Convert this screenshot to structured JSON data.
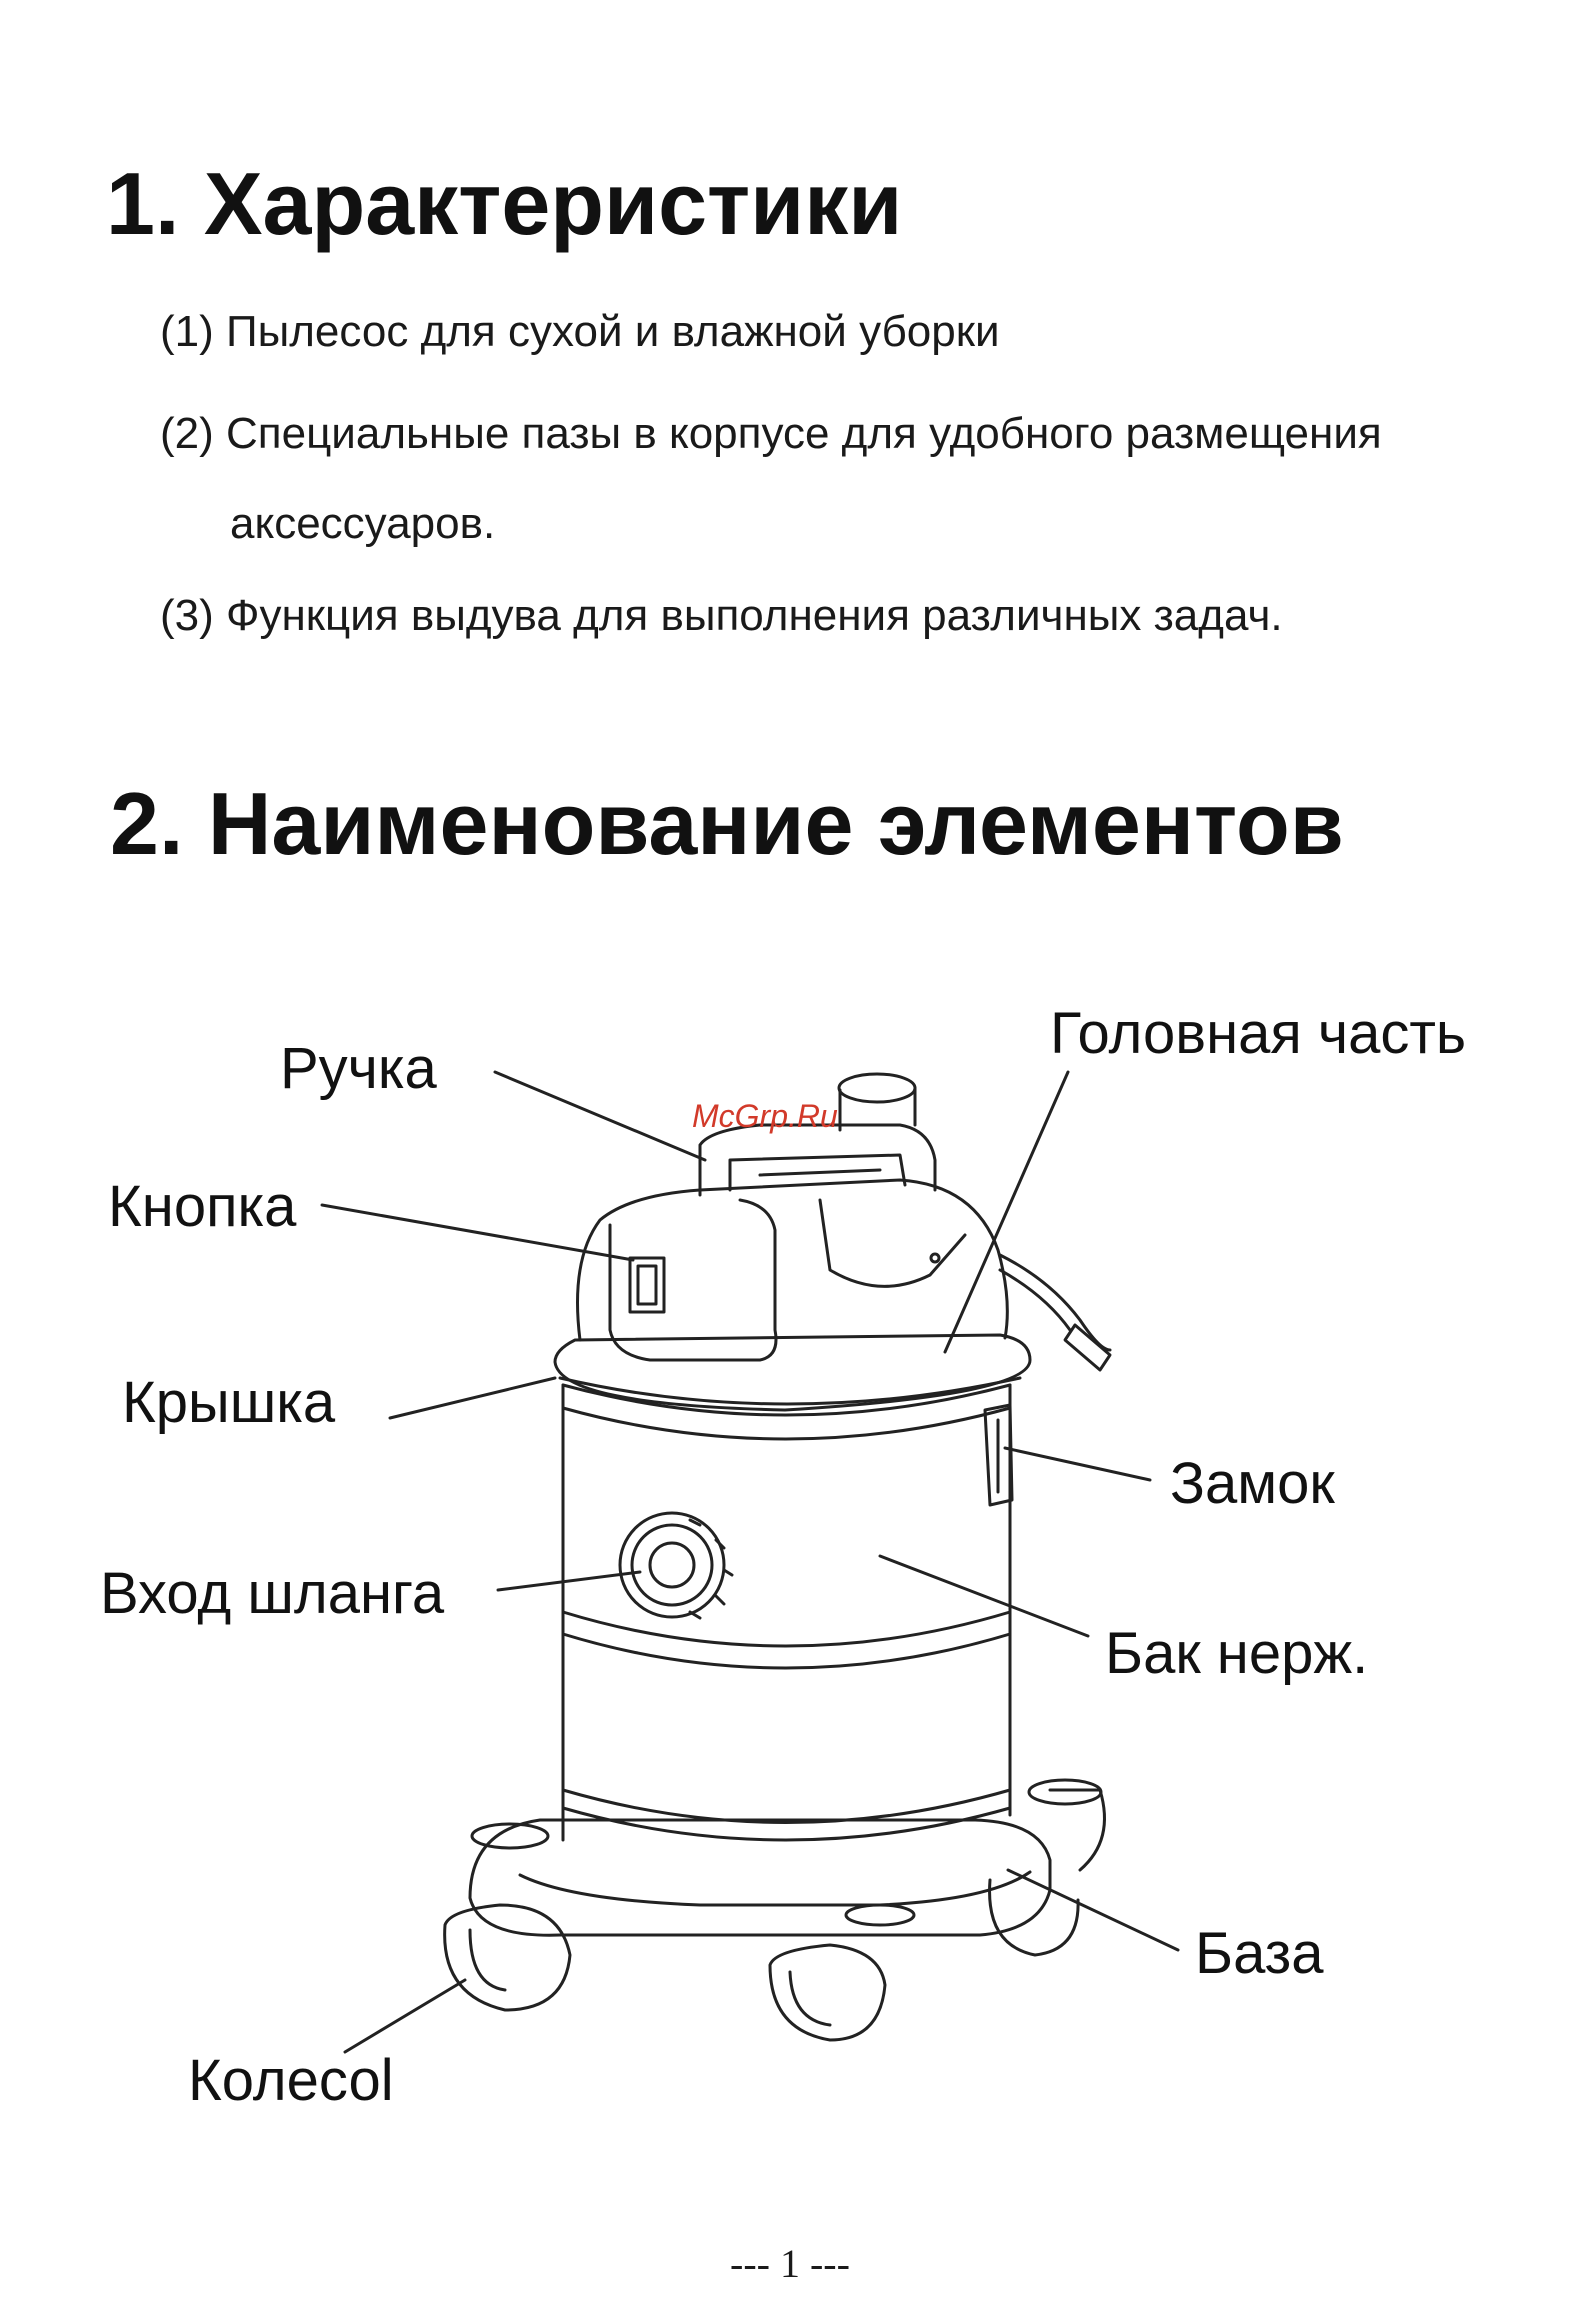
{
  "sections": [
    {
      "title": "1. Характеристики",
      "items": [
        "(1) Пылесос для сухой и влажной уборки",
        "(2) Специальные пазы в корпусе для удобного размещения",
        "аксессуаров.",
        "(3) Функция выдува для выполнения различных задач."
      ]
    },
    {
      "title": "2. Наименование элементов"
    }
  ],
  "diagram": {
    "labels": {
      "handle": "Ручка",
      "button": "Кнопка",
      "lid": "Крышка",
      "hose_inlet": "Вход шланга",
      "wheel": "Колесоl",
      "head": "Головная часть",
      "latch": "Замок",
      "tank": "Бак нерж.",
      "base": "База"
    },
    "watermark": "McGrp.Ru"
  },
  "footer": {
    "page": "--- 1 ---"
  }
}
